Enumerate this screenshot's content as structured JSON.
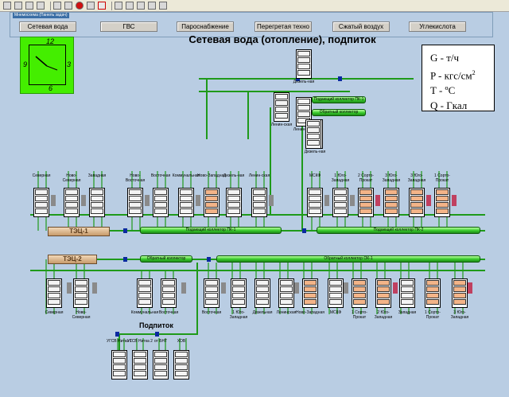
{
  "window": {
    "title": "Мнемосхема (Панель задач)"
  },
  "toolbar": {
    "icons": [
      "open-icon",
      "print-icon",
      "grid-icon",
      "chart-icon",
      "back-arrow-icon",
      "forward-arrow-icon",
      "stop-icon",
      "pause-icon",
      "flag-icon",
      "image-icon",
      "window-icon",
      "zoom-icon",
      "tile-icon",
      "layout-icon"
    ]
  },
  "tabs": [
    {
      "label": "Сетевая вода"
    },
    {
      "label": "ГВС"
    },
    {
      "label": "Пароснабжение"
    },
    {
      "label": "Перегретая техно"
    },
    {
      "label": "Сжатый воздух"
    },
    {
      "label": "Углекислота"
    }
  ],
  "main_title": "Сетевая вода (отопление), подпиток",
  "clock": {
    "n12": "12",
    "n3": "3",
    "n6": "6",
    "n9": "9"
  },
  "legend": {
    "g": "G - т/ч",
    "p": "P - кгс/см",
    "p_sup": "2",
    "t": "T - ºC",
    "q": "Q - Гкал"
  },
  "collectors": {
    "upper1": "Подающий коллектор ПК-1",
    "upper2": "Подающий коллектор ПК-2",
    "lower1": "Обратный коллектор",
    "lower2": "Обратный коллектор ОК-1",
    "top1": "Подающий коллектор ПК-1",
    "top2": "Обратный коллектор"
  },
  "tec": {
    "t1": "ТЭЦ-1",
    "t2": "ТЭЦ-2"
  },
  "labels_upper": [
    "Северная",
    "Ново-Северная",
    "Западная",
    "Ново-Восточная",
    "Восточная",
    "Коммунальная",
    "Ново-Западная",
    "Дизель-ная",
    "Ленин-ская",
    "МСКФ",
    "1 Юго-Западная",
    "2 Сорто-Прокат",
    "3 Юго-Западная",
    "3 Юго-Западная",
    "1 Сорто-Прокат"
  ],
  "labels_lower": [
    "Северная",
    "Ново-Северная",
    "Коммунальная",
    "Восточная",
    "Восточная",
    "1 Юго-Западная",
    "Дизельная",
    "Ленинская",
    "Ново-Западная",
    "МСКФ",
    "1 Сорто-Прокат",
    "2 Юго-Западная",
    "Западная",
    "1 Сорто-Прокат",
    "3 Юго-Западная"
  ],
  "labels_top": [
    "Дизель-ная",
    "Ленин-ская",
    "Ленин-ская",
    "Дизель-ная"
  ],
  "labels_podpitok": [
    "УГСВ Нитка 1",
    "УГСВ Нитка 2",
    "от БНТ",
    "ХОВ"
  ],
  "podpitok_title": "Подпиток",
  "colors": {
    "pipe": "#1f9a1a",
    "background": "#b9cde3",
    "valve": "#0a2aa0",
    "clock": "#44ee00"
  }
}
